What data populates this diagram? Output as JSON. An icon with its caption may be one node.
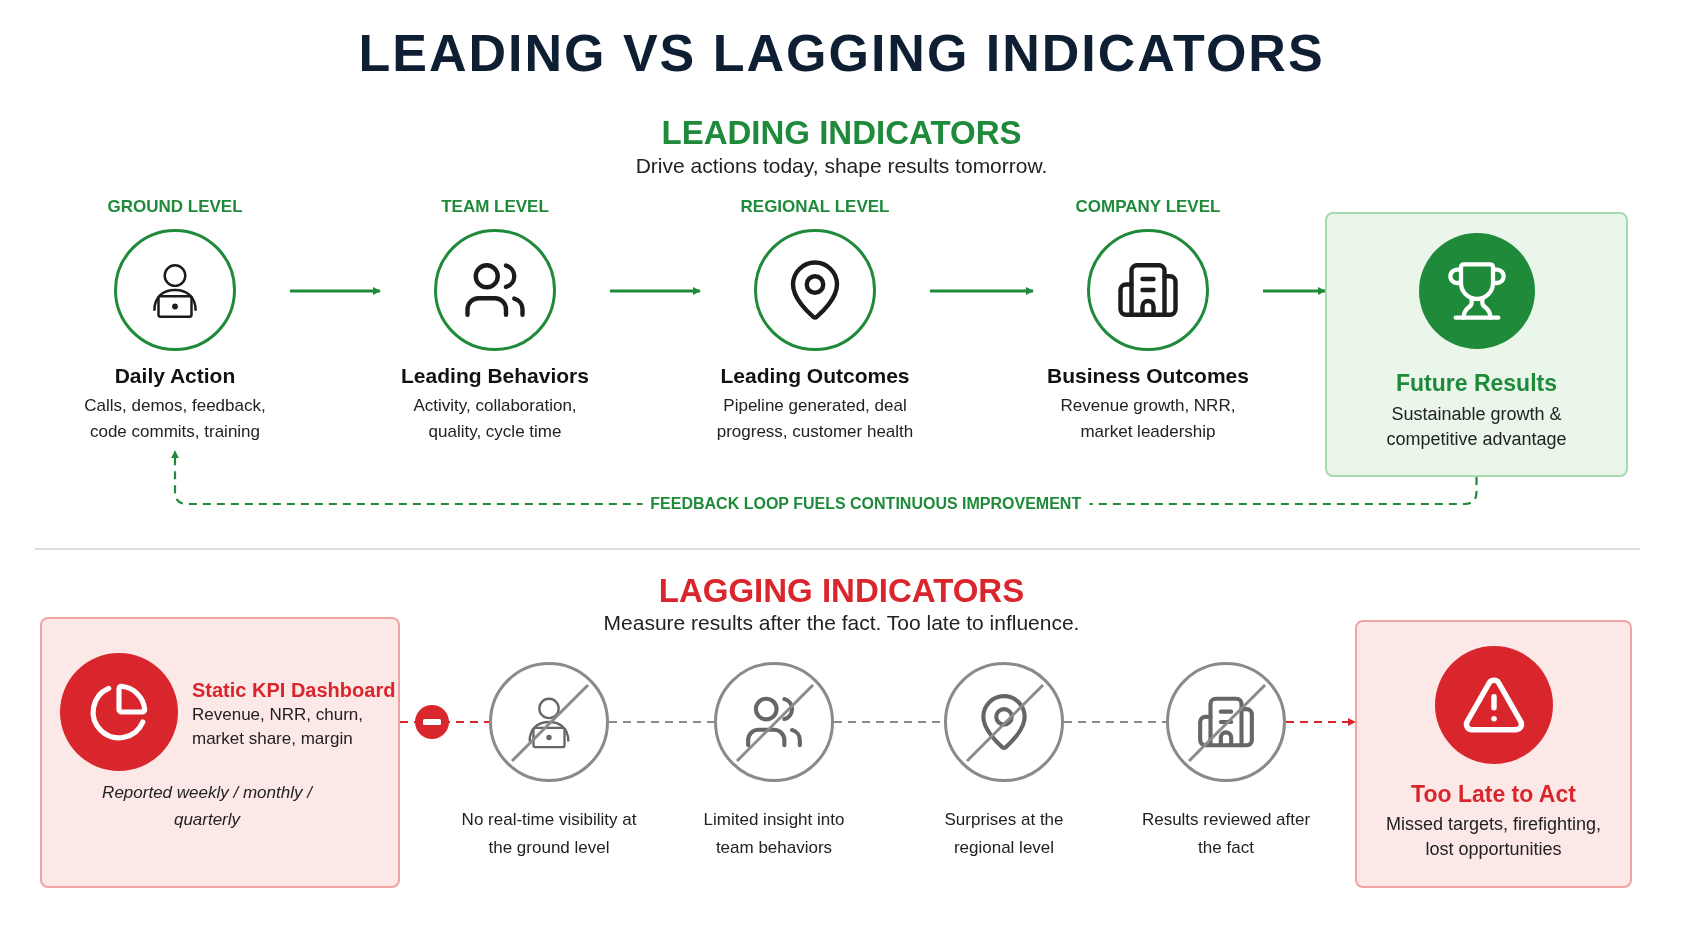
{
  "diagram": {
    "title": "LEADING VS LAGGING INDICATORS",
    "nodes": [
      {
        "text": [
          "GROUND LEVEL",
          "Daily Action",
          "Calls, demos, feedback, code commits, training"
        ]
      },
      {
        "text": [
          "TEAM LEVEL",
          "Leading Behaviors",
          "Activity, collaboration, quality, cycle time"
        ]
      },
      {
        "text": [
          "REGIONAL LEVEL",
          "Leading Outcomes",
          "Pipeline generated, deal progress, customer health"
        ]
      },
      {
        "text": [
          "COMPANY LEVEL",
          "Business Outcomes",
          "Revenue growth, NRR, market leadership"
        ]
      },
      {
        "text": [
          "Future Results",
          "Sustainable growth & competitive advantage"
        ]
      },
      {
        "text": [
          "Static KPI Dashboard",
          "Revenue, NRR, churn, market share, margin",
          "Reported weekly / monthly / quarterly"
        ]
      },
      {
        "text": [],
        "shape": "circle",
        "beside": [
          "No real-time visibility at the ground level"
        ]
      },
      {
        "text": [],
        "shape": "circle",
        "beside": [
          "Limited insight into team behaviors"
        ]
      },
      {
        "text": [],
        "shape": "circle",
        "beside": [
          "Surprises at the regional level"
        ]
      },
      {
        "text": [],
        "shape": "circle",
        "beside": [
          "Results reviewed after the fact"
        ]
      },
      {
        "text": [
          "Too Late to Act",
          "Missed targets, firefighting, lost opportunities"
        ]
      }
    ],
    "edges": [
      {
        "from": 0,
        "to": 1,
        "arrow": "to"
      },
      {
        "from": 1,
        "to": 2,
        "arrow": "to"
      },
      {
        "from": 2,
        "to": 3,
        "arrow": "to"
      },
      {
        "from": 3,
        "to": 4,
        "arrow": "to"
      },
      {
        "from": 4,
        "to": 0,
        "arrow": "to",
        "style": "dashed",
        "label": "FEEDBACK LOOP FUELS CONTINUOUS IMPROVEMENT"
      },
      {
        "from": 5,
        "to": 6,
        "arrow": "none",
        "style": "dashed",
        "color": "#d9262c"
      },
      {
        "from": 6,
        "to": 7,
        "arrow": "none",
        "style": "dashed",
        "color": "#8a8a8a"
      },
      {
        "from": 7,
        "to": 8,
        "arrow": "none",
        "style": "dashed",
        "color": "#8a8a8a"
      },
      {
        "from": 8,
        "to": 9,
        "arrow": "none",
        "style": "dashed",
        "color": "#8a8a8a"
      },
      {
        "from": 9,
        "to": 10,
        "arrow": "to",
        "style": "dashed",
        "color": "#d9262c"
      }
    ],
    "labels": [
      "LEADING INDICATORS",
      "Drive actions today, shape results tomorrow.",
      "LAGGING INDICATORS",
      "Measure results after the fact. Too late to influence."
    ]
  }
}
